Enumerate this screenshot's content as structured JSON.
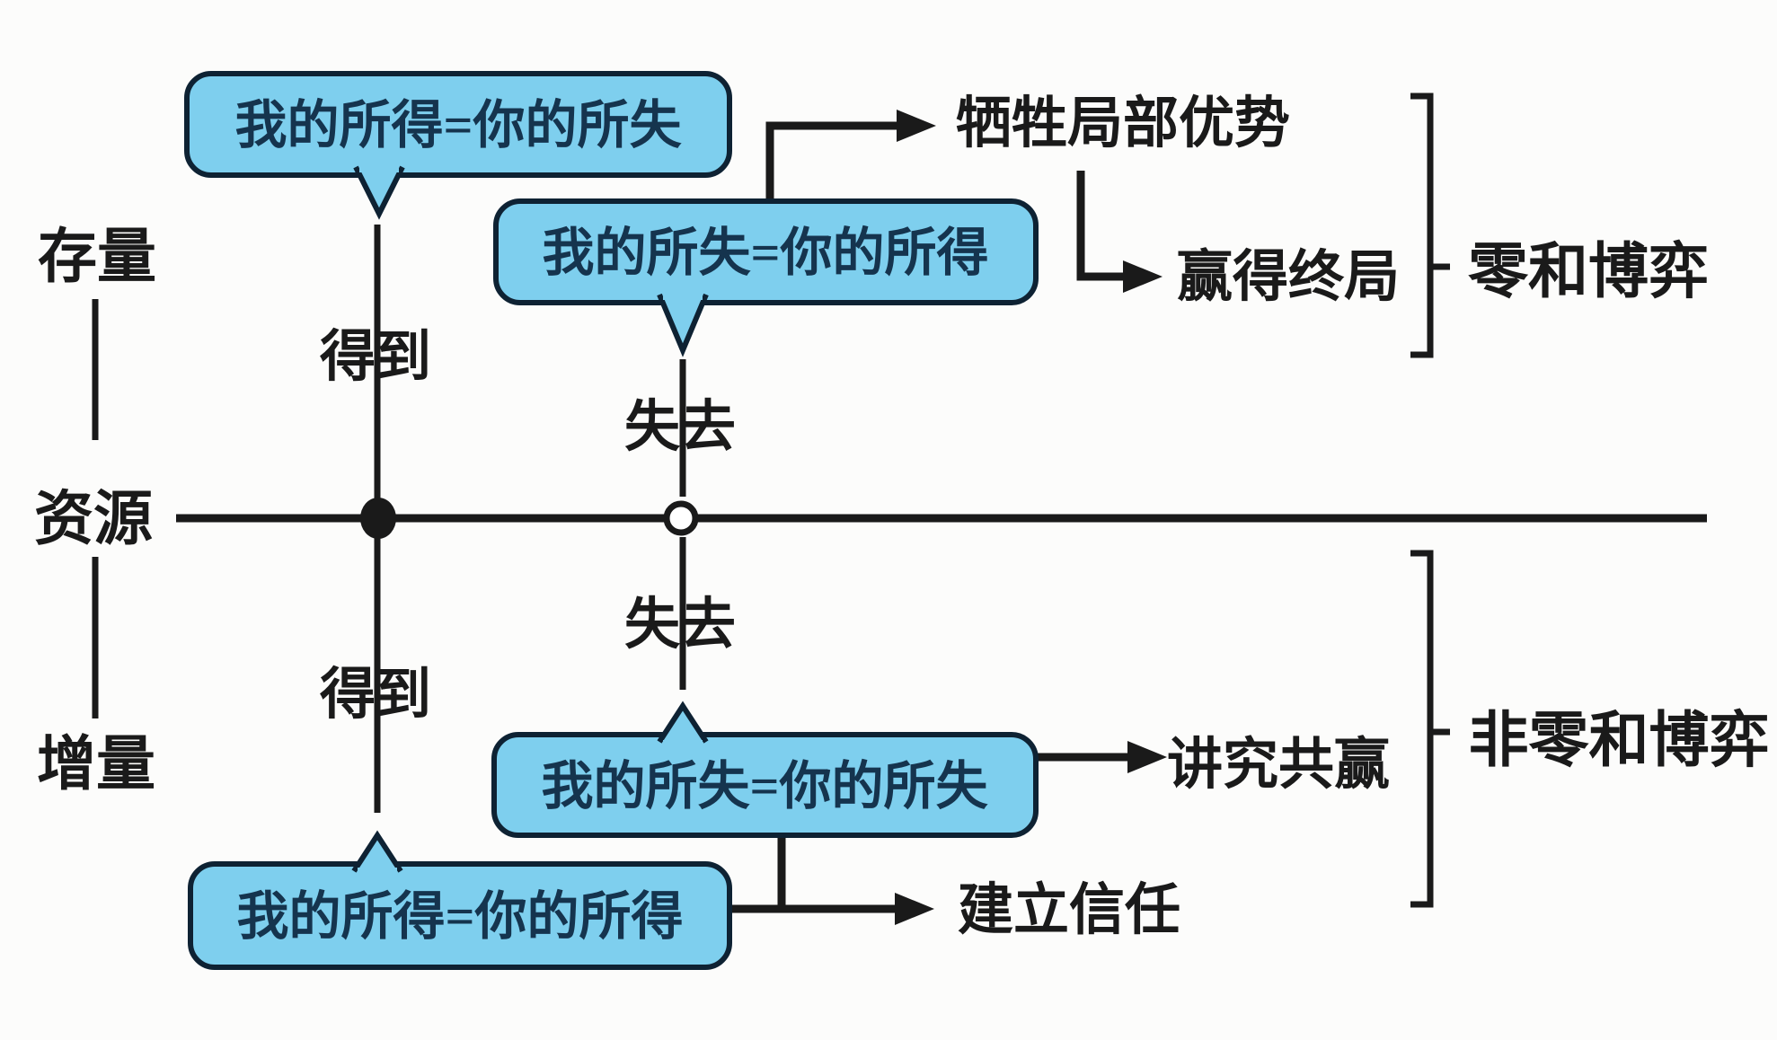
{
  "figure": {
    "type": "game-theory-resource-diagram",
    "colors": {
      "background": "#fcfcfb",
      "line": "#1a1a1a",
      "bubble_fill": "#7ecfee",
      "bubble_border": "#0e2233",
      "bubble_text": "#15344e",
      "label_text": "#1a1a1a"
    },
    "left_column": {
      "top": "存量",
      "middle": "资源",
      "bottom": "增量"
    },
    "axis_words": {
      "gain_top": "得到",
      "lose_top": "失去",
      "lose_bottom": "失去",
      "gain_bottom": "得到"
    },
    "bubbles": {
      "top_left": "我的所得=你的所失",
      "top_right": "我的所失=你的所得",
      "bottom_right": "我的所失=你的所失",
      "bottom_left": "我的所得=你的所得"
    },
    "outcomes": {
      "sacrifice_local": "牺牲局部优势",
      "win_endgame": "赢得终局",
      "win_win": "讲究共赢",
      "build_trust": "建立信任"
    },
    "brackets": {
      "zero_sum": "零和博弈",
      "non_zero_sum": "非零和博弈"
    }
  }
}
